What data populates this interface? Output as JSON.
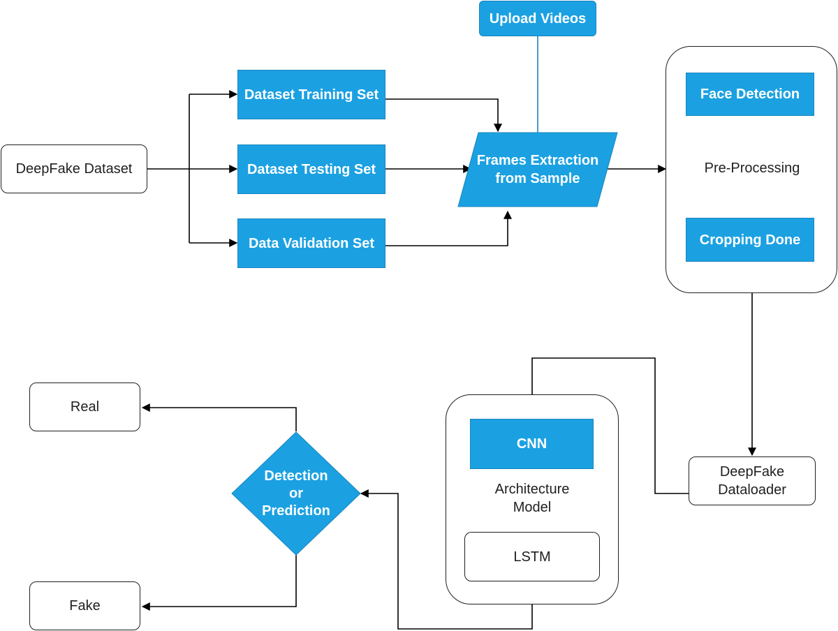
{
  "nodes": {
    "deepfake_dataset": "DeepFake Dataset",
    "training_set": "Dataset Training Set",
    "testing_set": "Dataset Testing Set",
    "validation_set": "Data Validation Set",
    "upload_videos": "Upload Videos",
    "frames_extraction": "Frames Extraction\nfrom Sample",
    "face_detection": "Face Detection",
    "pre_processing": "Pre-Processing",
    "cropping_done": "Cropping Done",
    "dataloader": "DeepFake\nDataloader",
    "cnn": "CNN",
    "architecture_model": "Architecture\nModel",
    "lstm": "LSTM",
    "detection": "Detection\nor\nPrediction",
    "real": "Real",
    "fake": "Fake"
  },
  "colors": {
    "process_fill": "#1ba1e2",
    "process_border": "#1a84bd",
    "line": "#000000"
  }
}
